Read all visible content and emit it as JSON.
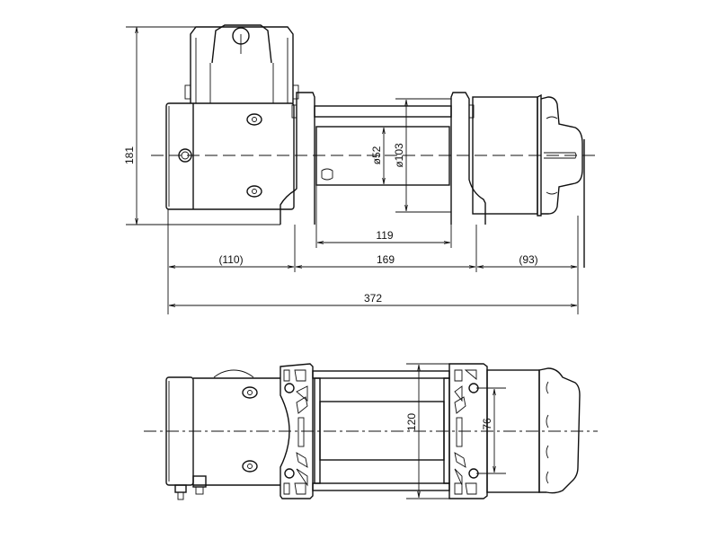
{
  "title": "Winch dimension drawing",
  "top_view": {
    "height": "181",
    "drum_diameter": "ø52",
    "flange_diameter": "ø103",
    "drum_length": "119",
    "motor_length": "(110)",
    "mount_length": "169",
    "gearbox_length": "(93)",
    "overall_length": "372"
  },
  "plan_view": {
    "mount_width": "120",
    "bolt_spacing": "76"
  }
}
